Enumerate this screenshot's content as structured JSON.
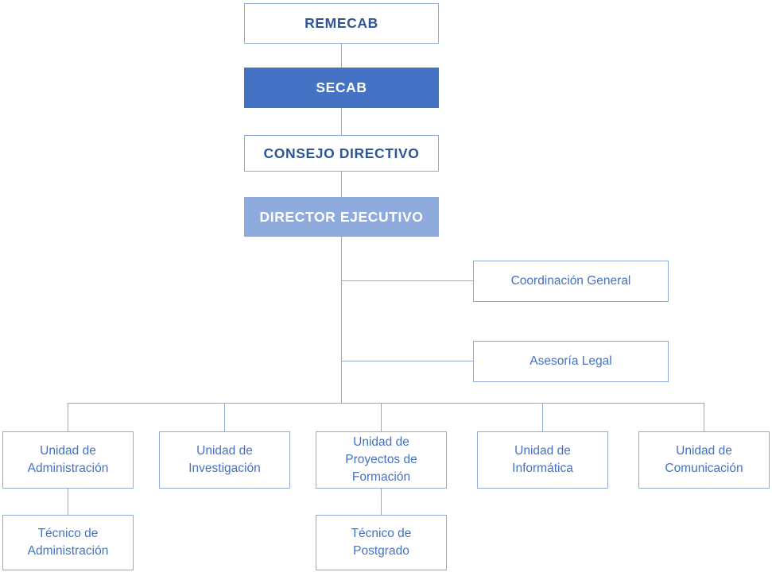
{
  "colors": {
    "accent_dark_blue": "#4472c4",
    "accent_light_blue": "#8faadc",
    "heading_text_blue": "#2e5596",
    "body_text_blue": "#4472c4",
    "connector_blue": "#8faadc",
    "background": "#ffffff"
  },
  "nodes": {
    "remecab": {
      "label": "REMECAB"
    },
    "secab": {
      "label": "SECAB"
    },
    "consejo_directivo": {
      "label": "CONSEJO DIRECTIVO"
    },
    "director_ejecutivo": {
      "label": "DIRECTOR EJECUTIVO"
    },
    "coordinacion_general": {
      "label": "Coordinación General"
    },
    "asesoria_legal": {
      "label": "Asesoría Legal"
    },
    "unidad_administracion": {
      "label": "Unidad de Administración"
    },
    "unidad_investigacion": {
      "label": "Unidad de Investigación"
    },
    "unidad_proyectos_formacion": {
      "label": "Unidad de Proyectos de Formación"
    },
    "unidad_informatica": {
      "label": "Unidad de Informática"
    },
    "unidad_comunicacion": {
      "label": "Unidad de Comunicación"
    },
    "tecnico_administracion": {
      "label": "Técnico de Administración"
    },
    "tecnico_postgrado": {
      "label": "Técnico de Postgrado"
    }
  }
}
